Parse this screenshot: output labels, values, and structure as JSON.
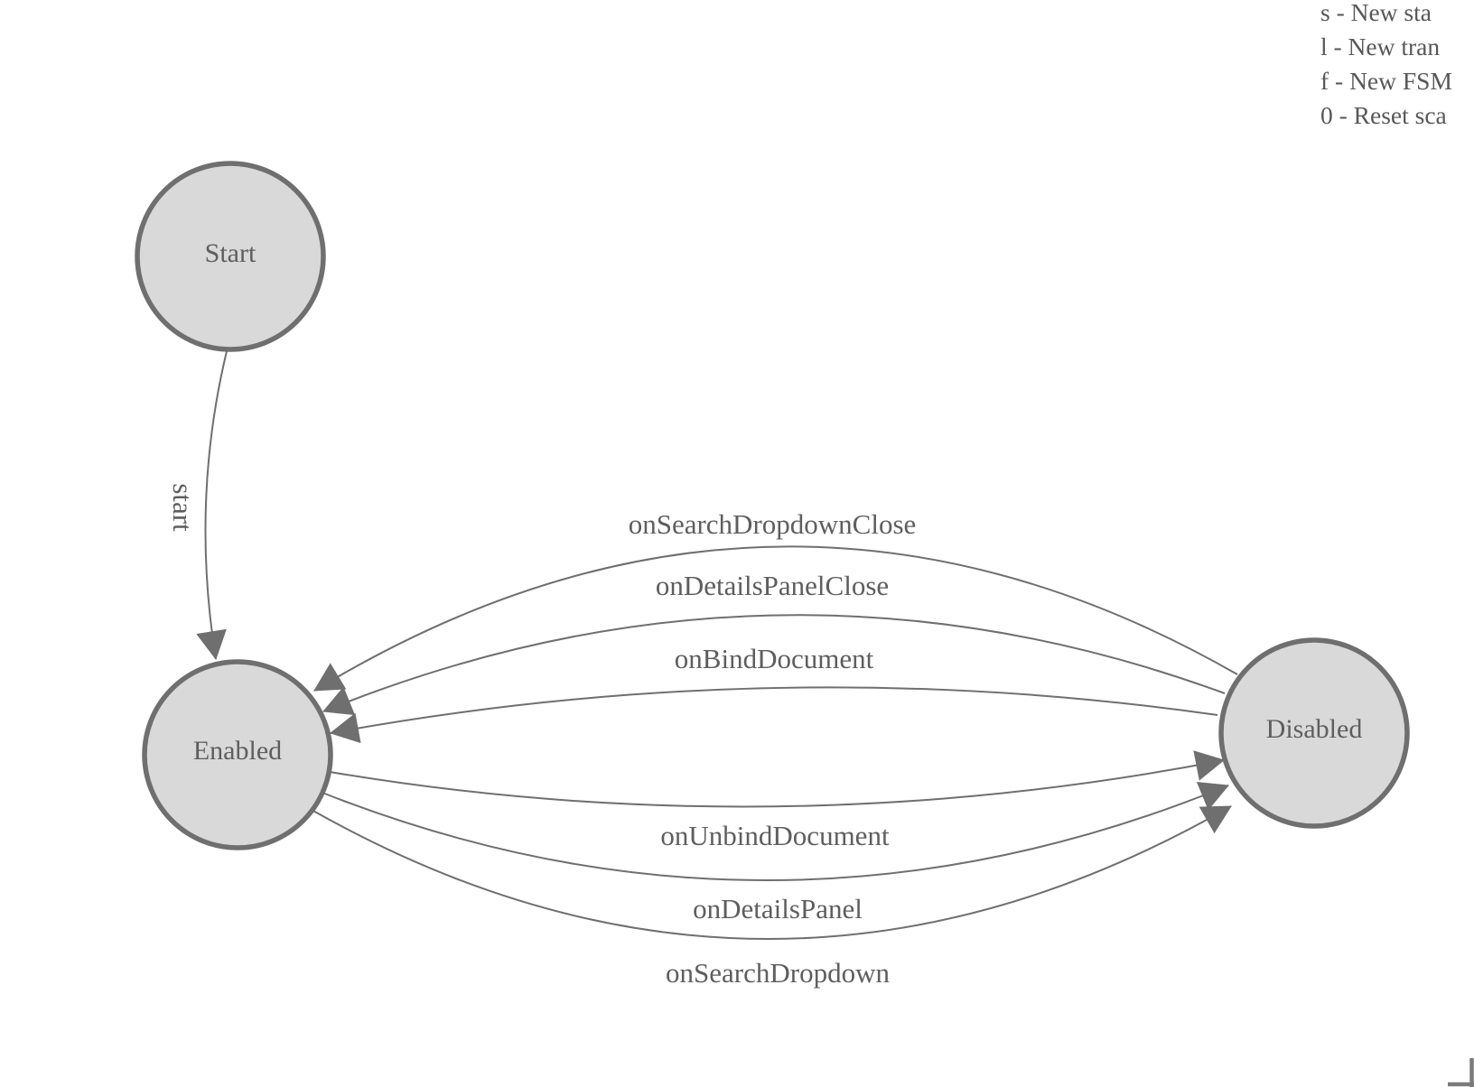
{
  "legend": {
    "lines": [
      "s - New sta",
      "l - New tran",
      "f - New FSM",
      "0 - Reset sca"
    ]
  },
  "diagram": {
    "states": [
      {
        "label": "Start"
      },
      {
        "label": "Enabled"
      },
      {
        "label": "Disabled"
      }
    ],
    "transitions": [
      {
        "label": "start",
        "from": "Start",
        "to": "Enabled"
      },
      {
        "label": "onSearchDropdownClose",
        "from": "Disabled",
        "to": "Enabled"
      },
      {
        "label": "onDetailsPanelClose",
        "from": "Disabled",
        "to": "Enabled"
      },
      {
        "label": "onBindDocument",
        "from": "Disabled",
        "to": "Enabled"
      },
      {
        "label": "onUnbindDocument",
        "from": "Enabled",
        "to": "Disabled"
      },
      {
        "label": "onDetailsPanel",
        "from": "Enabled",
        "to": "Disabled"
      },
      {
        "label": "onSearchDropdown",
        "from": "Enabled",
        "to": "Disabled"
      }
    ],
    "colors": {
      "state_fill": "#d9d9d9",
      "state_stroke": "#6f6f6f",
      "edge_stroke": "#6f6f6f",
      "label_text": "#5e5e5e",
      "legend_text": "#585858"
    }
  }
}
